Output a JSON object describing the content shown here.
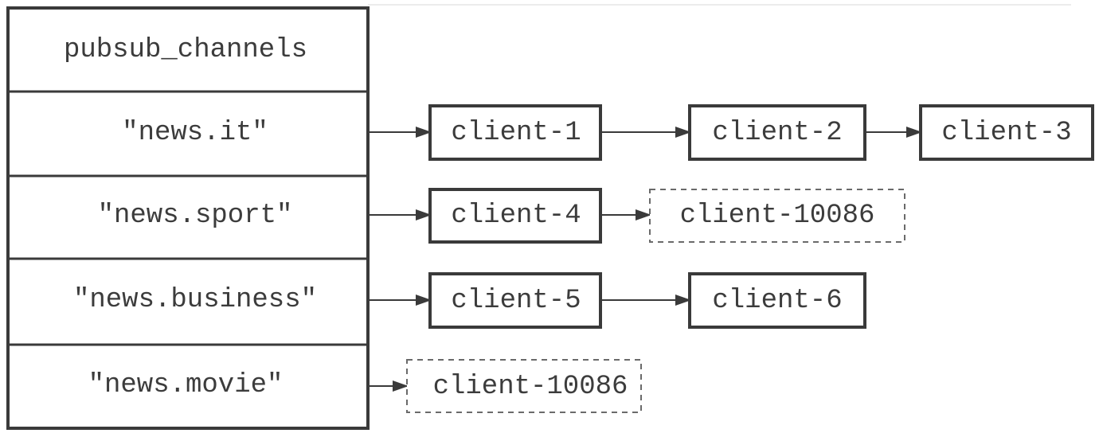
{
  "diagram": {
    "header": "pubsub_channels",
    "channels": [
      {
        "name": "\"news.it\"",
        "clients": [
          {
            "label": "client-1",
            "dashed": false
          },
          {
            "label": "client-2",
            "dashed": false
          },
          {
            "label": "client-3",
            "dashed": false
          }
        ]
      },
      {
        "name": "\"news.sport\"",
        "clients": [
          {
            "label": "client-4",
            "dashed": false
          },
          {
            "label": "client-10086",
            "dashed": true
          }
        ]
      },
      {
        "name": "\"news.business\"",
        "clients": [
          {
            "label": "client-5",
            "dashed": false
          },
          {
            "label": "client-6",
            "dashed": false
          }
        ]
      },
      {
        "name": "\"news.movie\"",
        "clients": [
          {
            "label": "client-10086",
            "dashed": true
          }
        ]
      }
    ]
  },
  "colors": {
    "stroke": "#3a3a3a",
    "text": "#3c3c3c",
    "dashed": "#6a6a6a"
  }
}
